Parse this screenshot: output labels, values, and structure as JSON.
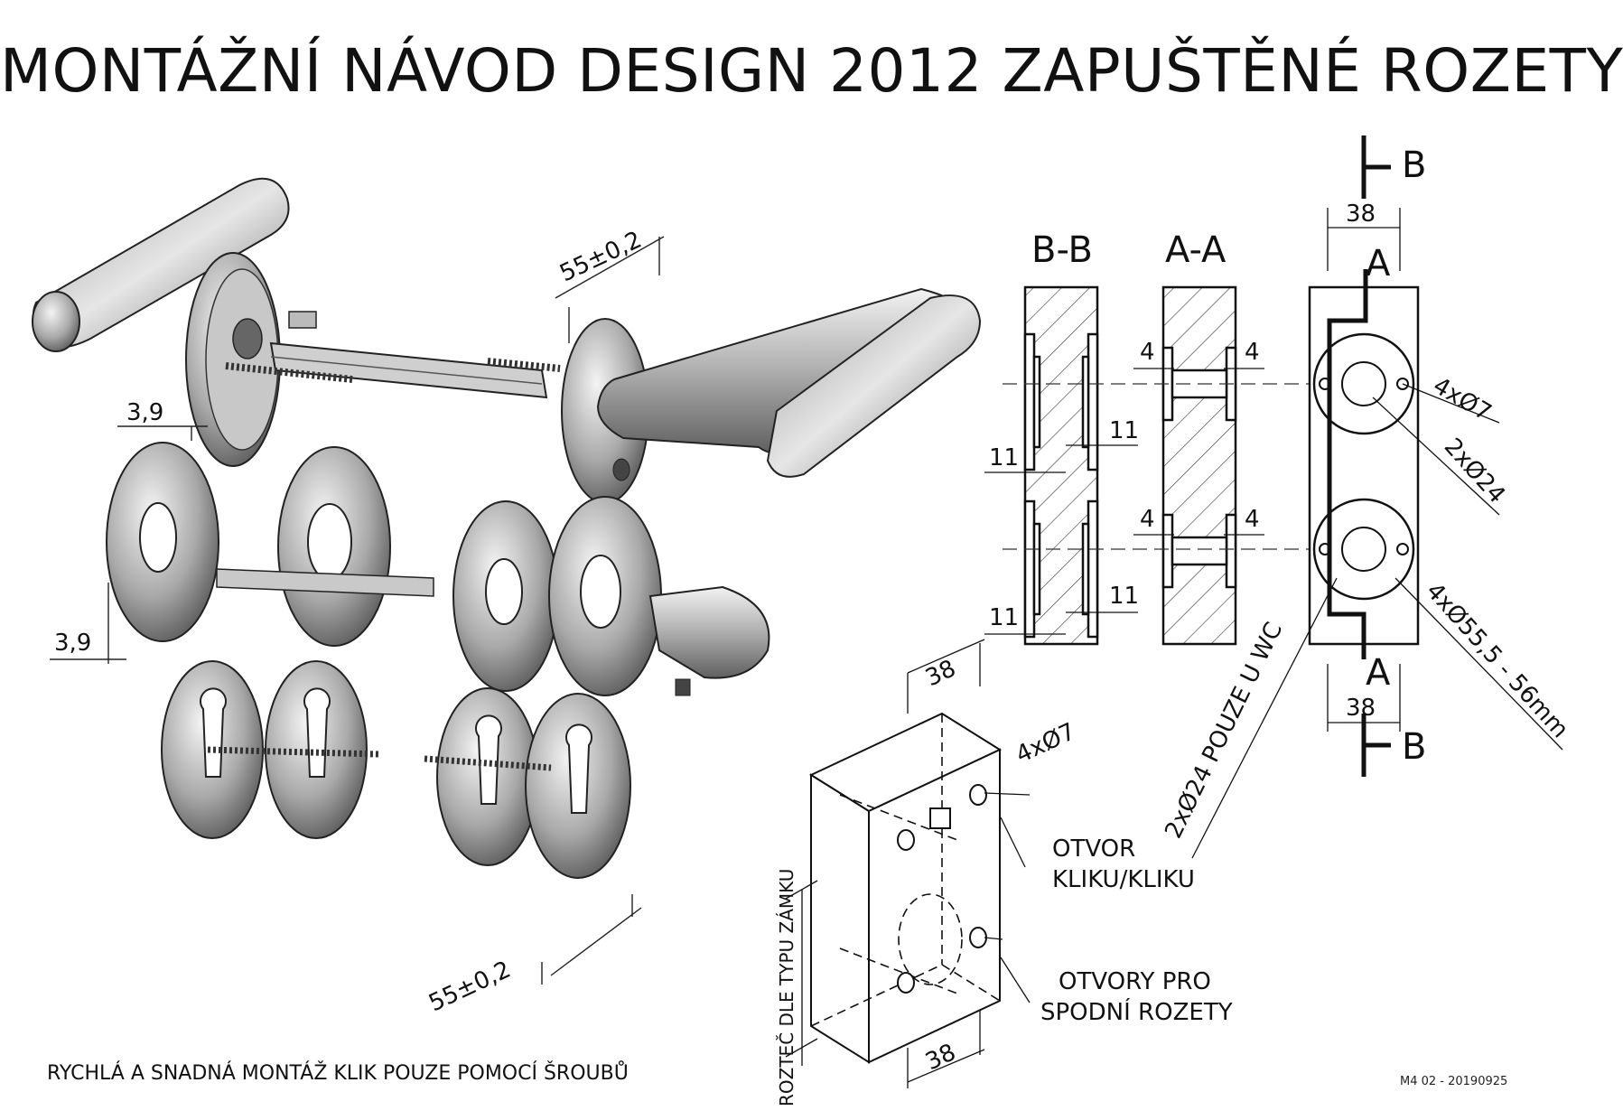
{
  "title": "MONTÁŽNÍ NÁVOD DESIGN 2012 ZAPUŠTĚNÉ ROZETY",
  "footer": "RYCHLÁ A SNADNÁ MONTÁŽ KLIK POUZE POMOCÍ ŠROUBŮ",
  "revision": "M4 02 - 20190925",
  "exploded_view": {
    "dim_spacing_top": "55±0,2",
    "dim_spacing_bottom": "55±0,2",
    "dim_offset_top": "3,9",
    "dim_offset_mid": "3,9"
  },
  "sections": {
    "bb_label": "B-B",
    "aa_label": "A-A",
    "dim_11_a": "11",
    "dim_11_b": "11",
    "dim_11_c": "11",
    "dim_11_d": "11",
    "dim_4_a": "4",
    "dim_4_b": "4",
    "dim_4_c": "4",
    "dim_4_d": "4"
  },
  "front_view": {
    "width_top": "38",
    "width_bottom": "38",
    "mark_b_top": "B",
    "mark_b_bottom": "B",
    "mark_a_top": "A",
    "mark_a_bottom": "A",
    "callout_holes_7": "4xØ7",
    "callout_holes_24": "2xØ24",
    "callout_rosette": "4xØ55,5 - 56mm",
    "callout_wc": "2xØ24 POUZE U WC"
  },
  "iso_view": {
    "width_top": "38",
    "width_bottom": "38",
    "holes": "4xØ7",
    "handle_holes_line1": "OTVOR",
    "handle_holes_line2": "KLIKU/KLIKU",
    "lower_holes_line1": "OTVORY PRO",
    "lower_holes_line2": "SPODNÍ ROZETY",
    "pitch_note": "ROZTEČ DLE TYPU ZÁMKU"
  }
}
